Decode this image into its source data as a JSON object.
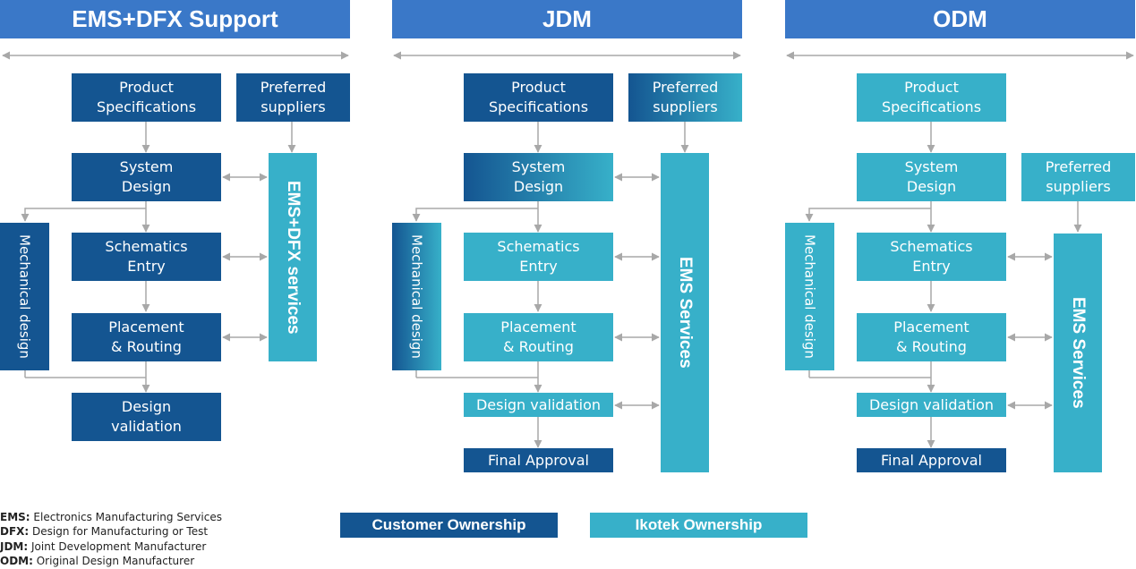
{
  "columns": [
    {
      "title": "EMS+DFX Support",
      "product_specs": [
        "Product",
        "Specifications"
      ],
      "preferred_suppliers": [
        "Preferred",
        "suppliers"
      ],
      "system_design": [
        "System",
        "Design"
      ],
      "schematics_entry": [
        "Schematics",
        "Entry"
      ],
      "placement_routing": [
        "Placement",
        "& Routing"
      ],
      "design_validation": [
        "Design",
        "validation"
      ],
      "mechanical_design": "Mechanical design",
      "services": "EMS+DFX services"
    },
    {
      "title": "JDM",
      "product_specs": [
        "Product",
        "Specifications"
      ],
      "preferred_suppliers": [
        "Preferred",
        "suppliers"
      ],
      "system_design": [
        "System",
        "Design"
      ],
      "schematics_entry": [
        "Schematics",
        "Entry"
      ],
      "placement_routing": [
        "Placement",
        "& Routing"
      ],
      "design_validation": "Design validation",
      "final_approval": "Final Approval",
      "mechanical_design": "Mechanical design",
      "services": "EMS Services"
    },
    {
      "title": "ODM",
      "product_specs": [
        "Product",
        "Specifications"
      ],
      "preferred_suppliers": [
        "Preferred",
        "suppliers"
      ],
      "system_design": [
        "System",
        "Design"
      ],
      "schematics_entry": [
        "Schematics",
        "Entry"
      ],
      "placement_routing": [
        "Placement",
        "& Routing"
      ],
      "design_validation": "Design validation",
      "final_approval": "Final Approval",
      "mechanical_design": "Mechanical design",
      "services": "EMS Services"
    }
  ],
  "glossary": [
    {
      "abbr": "EMS:",
      "text": "Electronics Manufacturing Services"
    },
    {
      "abbr": "DFX:",
      "text": "Design for Manufacturing or Test"
    },
    {
      "abbr": "JDM:",
      "text": "Joint Development Manufacturer"
    },
    {
      "abbr": "ODM:",
      "text": "Original Design Manufacturer"
    }
  ],
  "legend": {
    "customer": "Customer Ownership",
    "ikotek": "Ikotek Ownership"
  },
  "colors": {
    "header": "#3a78c8",
    "customer": "#145591",
    "ikotek": "#37b0c9",
    "connector": "#a8a8a8"
  }
}
